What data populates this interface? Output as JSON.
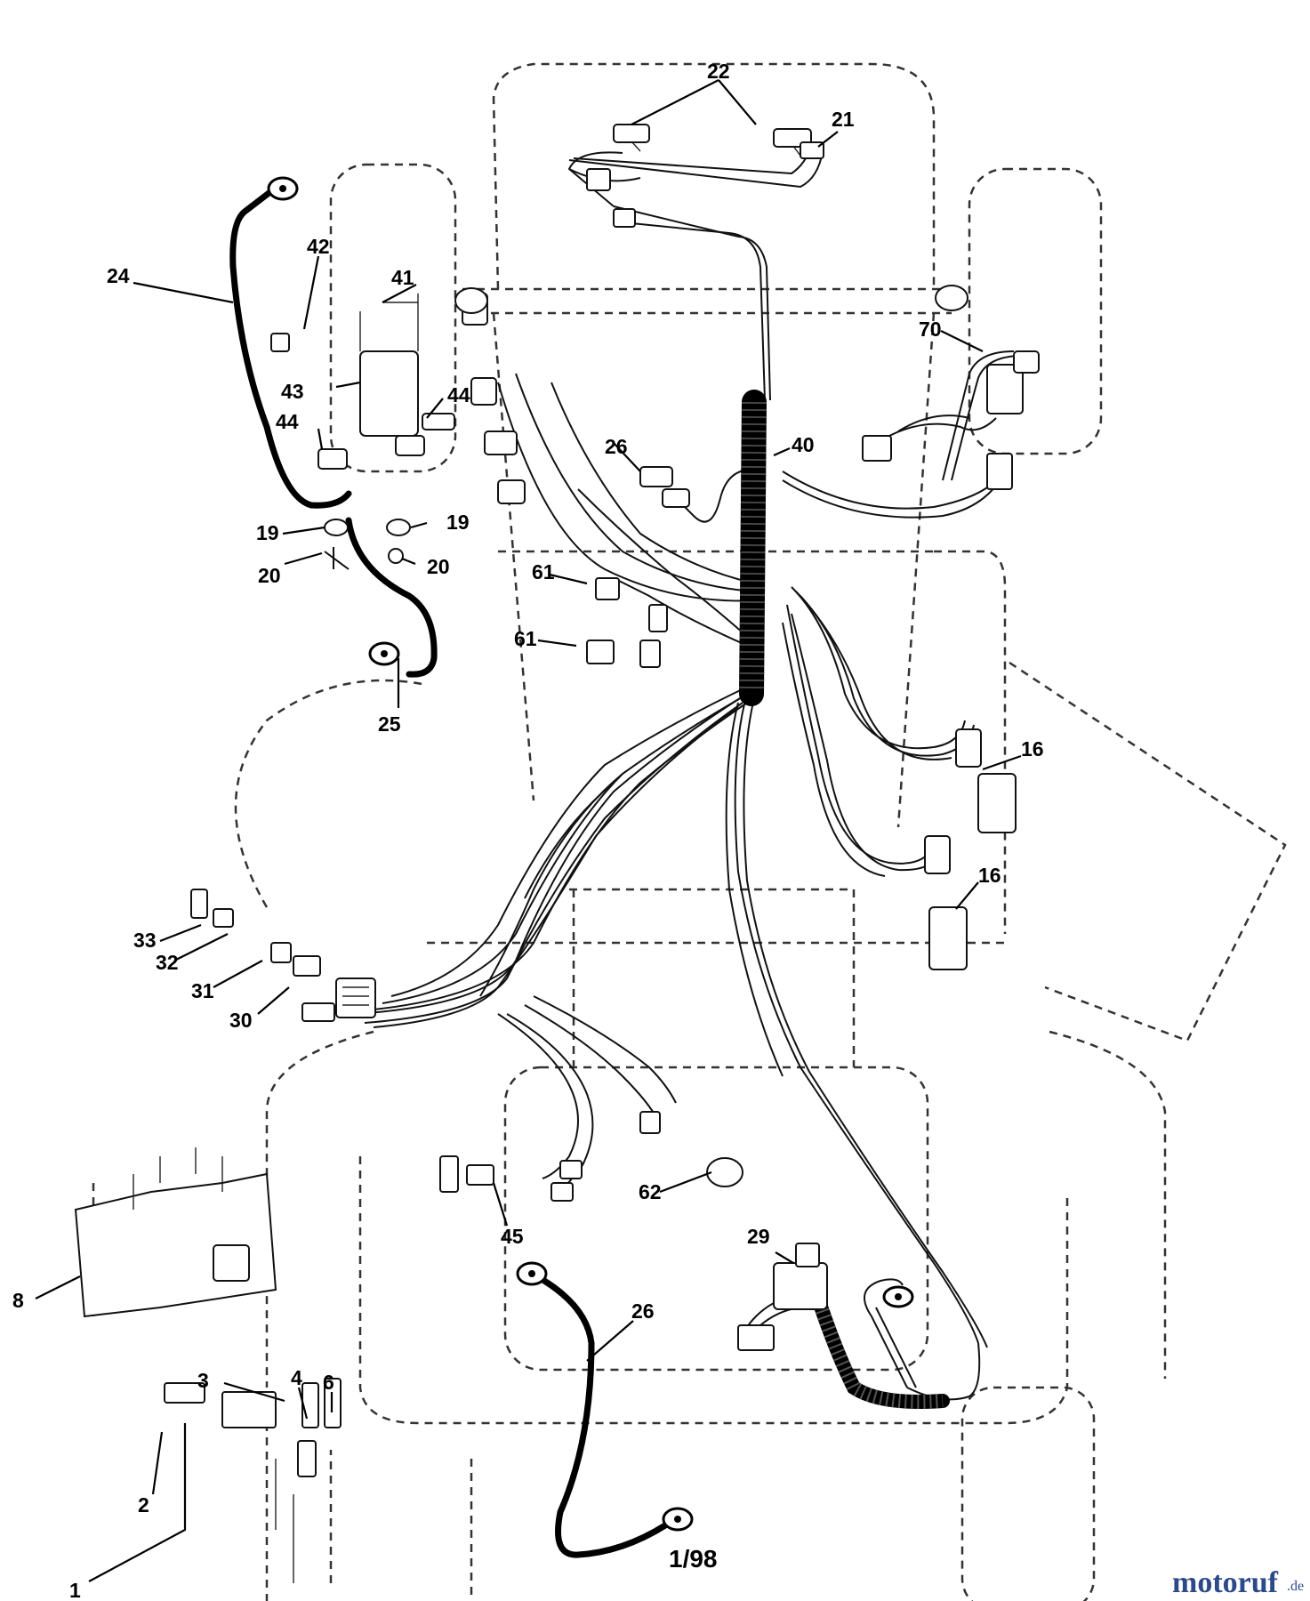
{
  "diagram": {
    "code": "1/98",
    "watermark": {
      "name": "motoruf",
      "suffix": ".de"
    },
    "callouts": {
      "c1": "1",
      "c2": "2",
      "c3": "3",
      "c4": "4",
      "c6": "6",
      "c8": "8",
      "c16a": "16",
      "c16b": "16",
      "c19a": "19",
      "c19b": "19",
      "c20a": "20",
      "c20b": "20",
      "c21": "21",
      "c22": "22",
      "c24": "24",
      "c25": "25",
      "c26a": "26",
      "c26b": "26",
      "c29": "29",
      "c30": "30",
      "c31": "31",
      "c32": "32",
      "c33": "33",
      "c40": "40",
      "c41": "41",
      "c42": "42",
      "c43": "43",
      "c44a": "44",
      "c44b": "44",
      "c45": "45",
      "c61a": "61",
      "c61b": "61",
      "c62": "62",
      "c70": "70"
    }
  }
}
